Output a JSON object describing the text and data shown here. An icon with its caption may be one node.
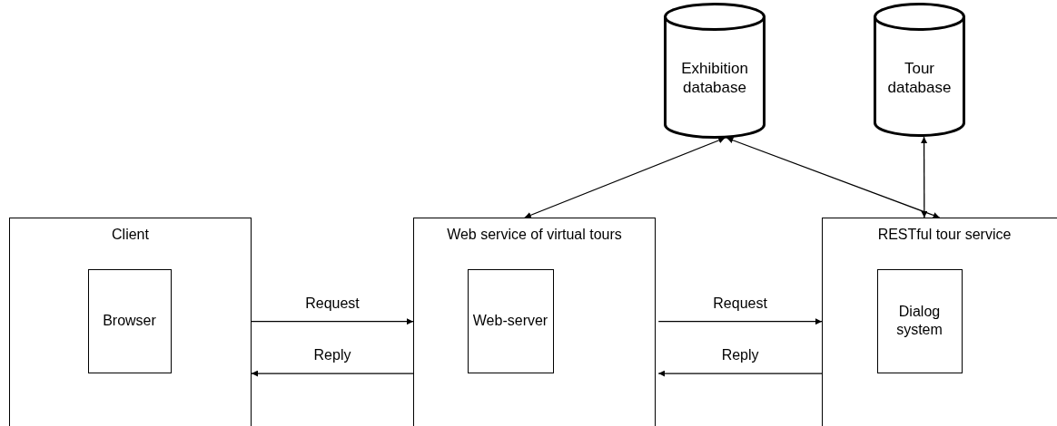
{
  "diagram": {
    "nodes": [
      {
        "text": [
          "Client"
        ]
      },
      {
        "text": [
          "Browser"
        ],
        "in": 0
      },
      {
        "text": [
          "Web service of virtual tours"
        ]
      },
      {
        "text": [
          "Web-server"
        ],
        "in": 2
      },
      {
        "text": [
          "RESTful tour service"
        ]
      },
      {
        "text": [
          "Dialog system"
        ],
        "in": 4
      },
      {
        "text": [
          "Exhibition database"
        ]
      },
      {
        "text": [
          "Tour database"
        ]
      }
    ],
    "edges": [
      {
        "from": 0,
        "to": 2,
        "arrow": "to",
        "label": "Request"
      },
      {
        "from": 2,
        "to": 0,
        "arrow": "to",
        "label": "Reply"
      },
      {
        "from": 2,
        "to": 4,
        "arrow": "to",
        "label": "Request"
      },
      {
        "from": 4,
        "to": 2,
        "arrow": "to",
        "label": "Reply"
      },
      {
        "from": 2,
        "to": 6,
        "arrow": "both"
      },
      {
        "from": 4,
        "to": 6,
        "arrow": "both"
      },
      {
        "from": 7,
        "to": 4,
        "arrow": "both"
      }
    ]
  }
}
